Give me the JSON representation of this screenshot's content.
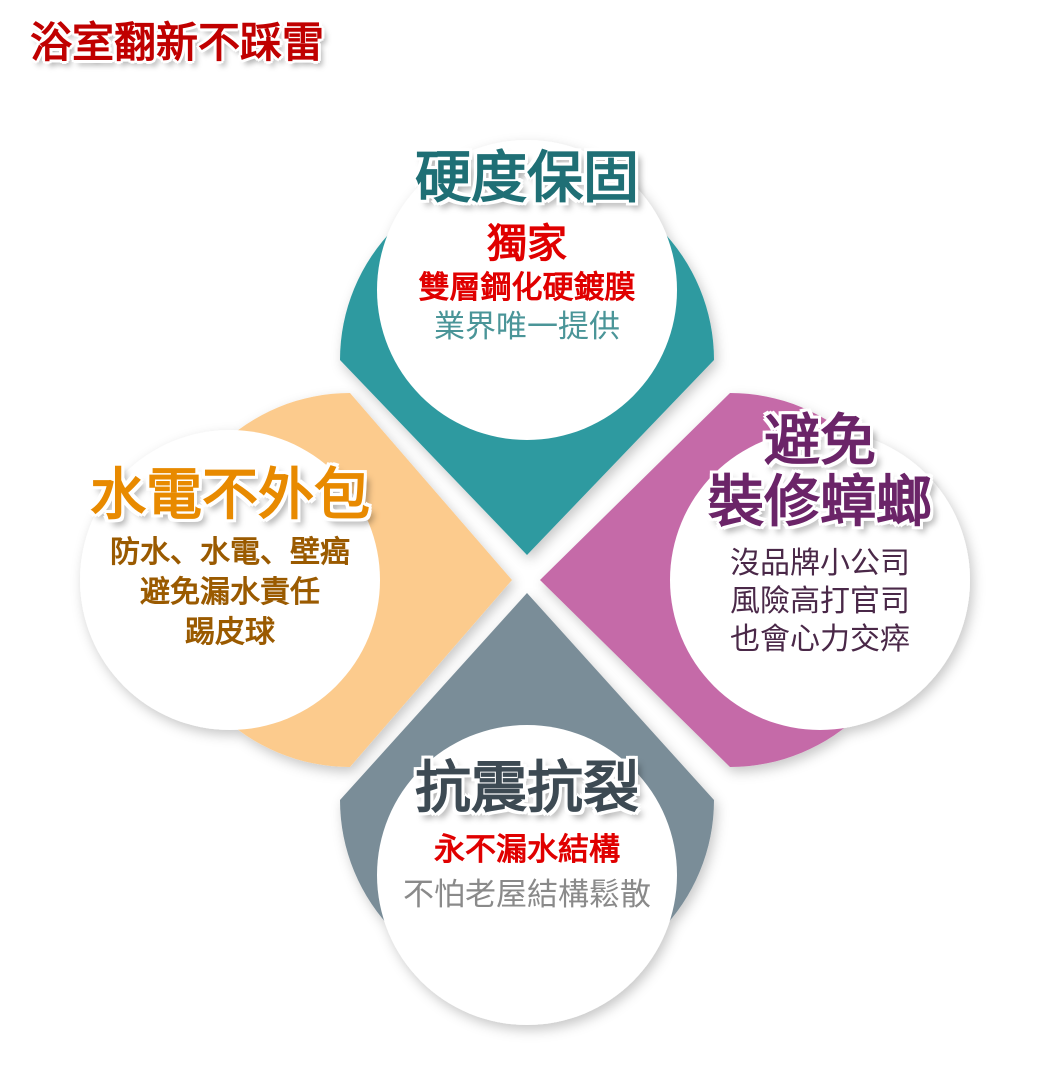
{
  "title": "浴室翻新不踩雷",
  "petals": {
    "top": {
      "heading": "硬度保固",
      "line1": "獨家",
      "line2": "雙層鋼化硬鍍膜",
      "line3": "業界唯一提供",
      "color": "#2e9aa0"
    },
    "left": {
      "heading": "水電不外包",
      "line1": "防水、水電、壁癌",
      "line2": "避免漏水責任",
      "line3": "踢皮球",
      "color": "#fccb8d"
    },
    "right": {
      "heading1": "避免",
      "heading2": "裝修蟑螂",
      "line1": "沒品牌小公司",
      "line2": "風險高打官司",
      "line3": "也會心力交瘁",
      "color": "#c56aa8"
    },
    "bottom": {
      "heading": "抗震抗裂",
      "line1": "永不漏水結構",
      "line2": "不怕老屋結構鬆散",
      "color": "#7a8d98"
    }
  },
  "colors": {
    "title_red": "#c00000",
    "highlight_red": "#e00000",
    "teal_text": "#1f6f75",
    "teal_light_text": "#4a9598",
    "orange_text": "#e88a00",
    "brown_text": "#9a5a00",
    "purple_text": "#6b2468",
    "purple_body": "#4a2848",
    "gray_heading": "#3d4a53",
    "gray_body": "#8a8a8a"
  }
}
